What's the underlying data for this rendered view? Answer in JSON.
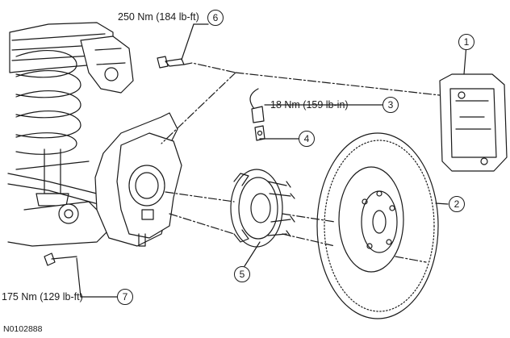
{
  "reference_id": "N0102888",
  "callouts": [
    {
      "number": "1"
    },
    {
      "number": "2"
    },
    {
      "number": "3",
      "torque": "18 Nm (159 lb-in)"
    },
    {
      "number": "4"
    },
    {
      "number": "5"
    },
    {
      "number": "6",
      "torque": "250 Nm (184 lb-ft)"
    },
    {
      "number": "7",
      "torque": "175 Nm (129 lb-ft)"
    }
  ],
  "colors": {
    "line": "#1a1a1a",
    "background": "#ffffff"
  }
}
